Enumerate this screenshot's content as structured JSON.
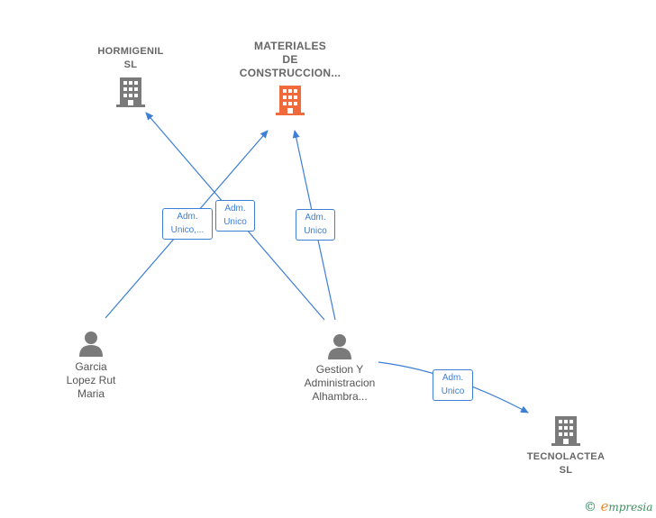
{
  "nodes": {
    "hormigenil": {
      "label": "HORMIGENIL\nSL",
      "type": "company",
      "icon": "building-icon",
      "color": "#7a7a7a"
    },
    "materiales": {
      "label": "MATERIALES\nDE\nCONSTRUCCION...",
      "type": "company",
      "icon": "building-icon",
      "color": "#f06a3b"
    },
    "tecnolactea": {
      "label": "TECNOLACTEA\nSL",
      "type": "company",
      "icon": "building-icon",
      "color": "#7a7a7a"
    },
    "garcia": {
      "label": "Garcia\nLopez Rut\nMaria",
      "type": "person",
      "icon": "person-icon",
      "color": "#7a7a7a"
    },
    "gestion": {
      "label": "Gestion Y\nAdministracion\nAlhambra...",
      "type": "person",
      "icon": "person-icon",
      "color": "#7a7a7a"
    }
  },
  "edges": [
    {
      "from": "garcia",
      "to": "materiales",
      "label": "Adm.\nUnico,..."
    },
    {
      "from": "gestion",
      "to": "hormigenil",
      "label": "Adm.\nUnico"
    },
    {
      "from": "gestion",
      "to": "materiales",
      "label": "Adm.\nUnico"
    },
    {
      "from": "gestion",
      "to": "tecnolactea",
      "label": "Adm.\nUnico"
    }
  ],
  "colors": {
    "edge": "#3d7fd4"
  },
  "footer": {
    "copyright": "©",
    "brand_e": "e",
    "brand_rest": "mpresia"
  }
}
